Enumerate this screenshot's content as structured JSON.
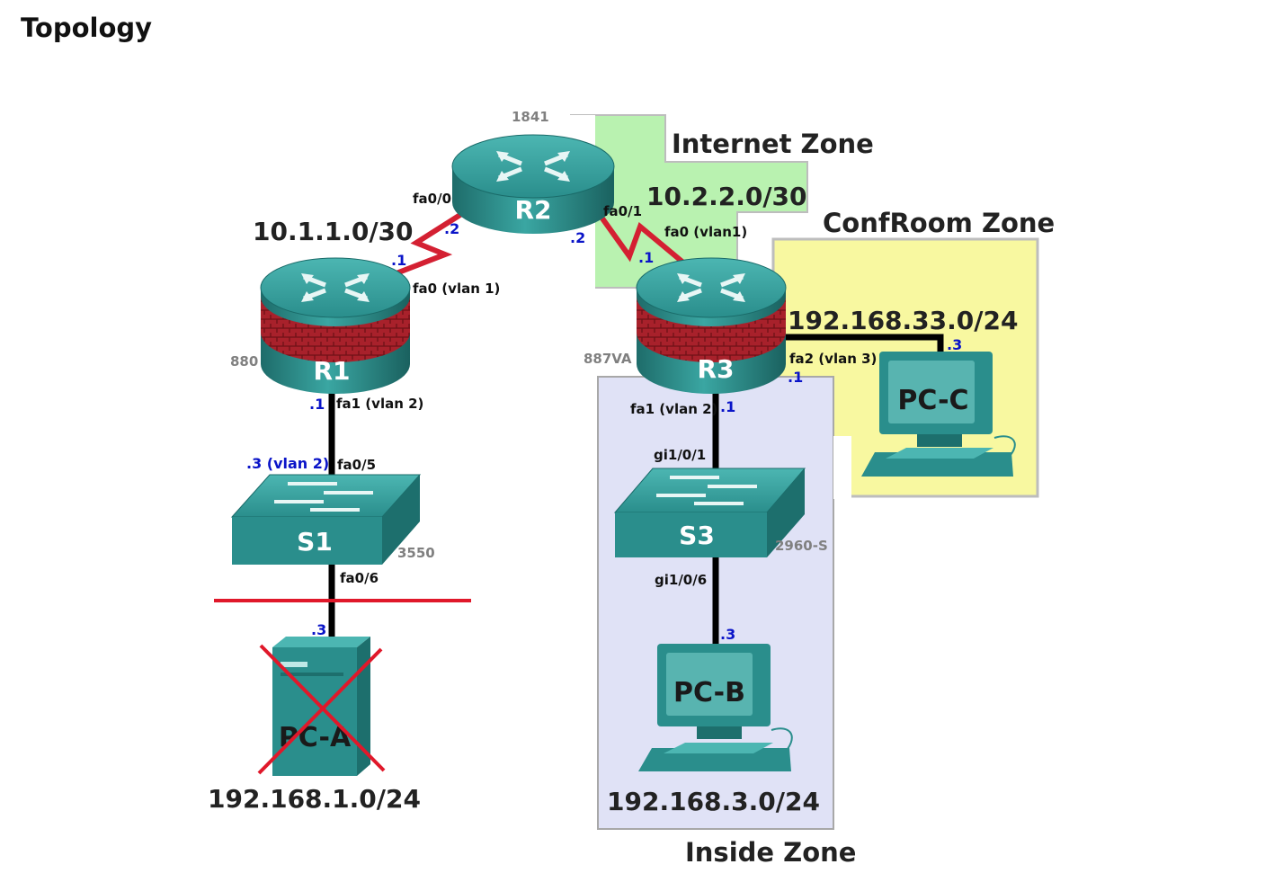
{
  "title": "Topology",
  "zones": {
    "internet": "Internet Zone",
    "confroom": "ConfRoom Zone",
    "inside": "Inside Zone"
  },
  "devices": {
    "r1": {
      "name": "R1",
      "model": "880"
    },
    "r2": {
      "name": "R2",
      "model": "1841"
    },
    "r3": {
      "name": "R3",
      "model": "887VA"
    },
    "s1": {
      "name": "S1",
      "model": "3550"
    },
    "s3": {
      "name": "S3",
      "model": "2960-S"
    },
    "pca": {
      "name": "PC-A"
    },
    "pcb": {
      "name": "PC-B"
    },
    "pcc": {
      "name": "PC-C"
    }
  },
  "networks": {
    "r1_r2": "10.1.1.0/30",
    "r2_r3": "10.2.2.0/30",
    "lan_a": "192.168.1.0/24",
    "lan_b": "192.168.3.0/24",
    "lan_c": "192.168.33.0/24"
  },
  "interfaces": {
    "r2_fa00": "fa0/0",
    "r2_fa01": "fa0/1",
    "r1_fa0": "fa0 (vlan 1)",
    "r1_fa1": "fa1 (vlan 2)",
    "r3_fa0": "fa0 (vlan1)",
    "r3_fa1": "fa1 (vlan 2)",
    "r3_fa2": "fa2 (vlan 3)",
    "s1_fa05": "fa0/5",
    "s1_fa06": "fa0/6",
    "s3_gi101": "gi1/0/1",
    "s3_gi106": "gi1/0/6"
  },
  "hosts": {
    "r2_fa00": ".2",
    "r2_fa01": ".2",
    "r1_fa0": ".1",
    "r3_fa0": ".1",
    "r1_fa1": ".1",
    "s1_vlan2": ".3 (vlan 2)",
    "pca": ".3",
    "r3_fa1": ".1",
    "r3_fa2": ".1",
    "pcc": ".3",
    "pcb": ".3"
  },
  "colors": {
    "device": "#2a8e8c",
    "wan_link": "#d42032",
    "internet_zone": "#b9f2b0",
    "confroom_zone": "#f8f8a0",
    "inside_zone": "#e0e2f6",
    "host_label": "#0a14c8",
    "cross_out": "#e0182a"
  }
}
